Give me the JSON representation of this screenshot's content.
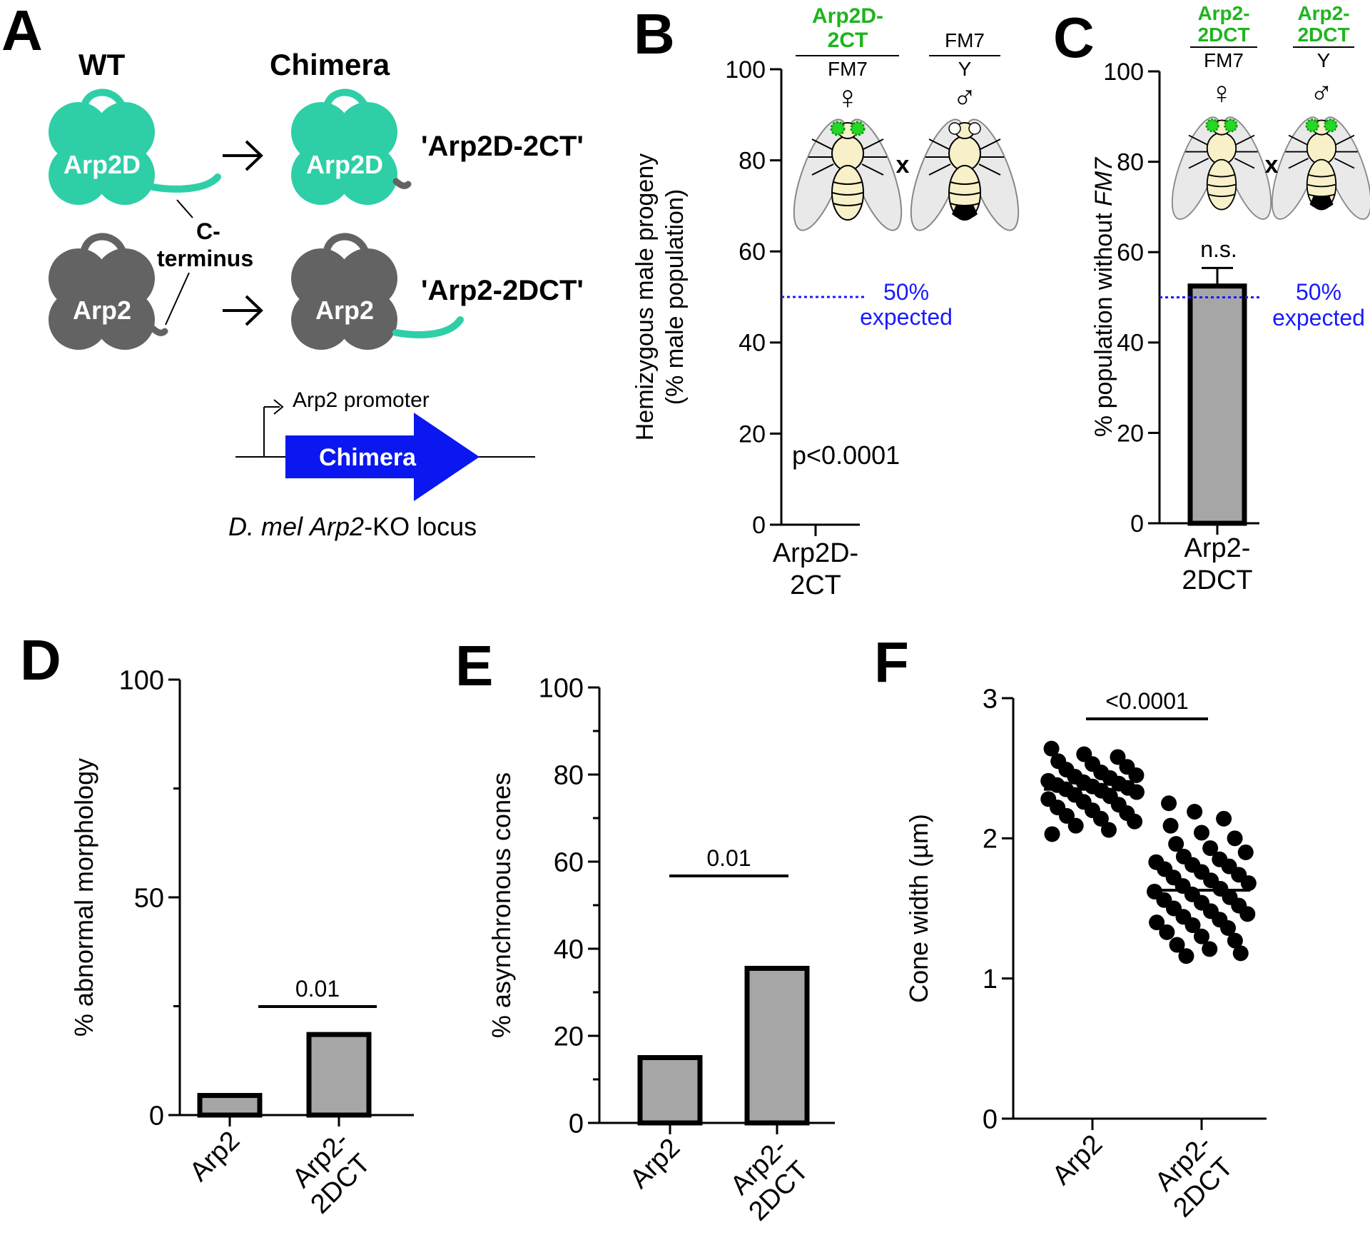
{
  "panels": {
    "A": {
      "letter": "A",
      "wt_label": "WT",
      "chimera_label": "Chimera",
      "arp2d_label": "Arp2D",
      "arp2_label": "Arp2",
      "cterm_line1": "C-",
      "cterm_line2": "terminus",
      "chimera1_name": "'Arp2D-2CT'",
      "chimera2_name": "'Arp2-2DCT'",
      "promoter_label": "Arp2 promoter",
      "construct_label": "Chimera",
      "locus_italic1": "D. mel",
      "locus_italic2": "Arp2",
      "locus_rest": "-KO locus",
      "colors": {
        "arp2d": "#2ecfa6",
        "arp2": "#636363",
        "construct": "#0a17f0"
      }
    },
    "B": {
      "letter": "B",
      "cross_left_top1": "Arp2D-",
      "cross_left_top2": "2CT",
      "cross_left_bottom": "FM7",
      "cross_right_top": "FM7",
      "cross_right_bottom": "Y",
      "female_symbol": "♀",
      "male_symbol": "♂",
      "cross_x": "x",
      "pvalue": "p<0.0001",
      "expected_line1": "50%",
      "expected_line2": "expected"
    },
    "C": {
      "letter": "C",
      "cross_left_top1": "Arp2-",
      "cross_left_top2": "2DCT",
      "cross_left_bottom": "FM7",
      "cross_right_top1": "Arp2-",
      "cross_right_top2": "2DCT",
      "cross_right_bottom": "Y",
      "female_symbol": "♀",
      "male_symbol": "♂",
      "cross_x": "x",
      "ns_label": "n.s.",
      "expected_line1": "50%",
      "expected_line2": "expected"
    },
    "D": {
      "letter": "D",
      "sig_label": "0.01"
    },
    "E": {
      "letter": "E",
      "sig_label": "0.01"
    },
    "F": {
      "letter": "F",
      "sig_label": "<0.0001"
    }
  },
  "chart_data": [
    {
      "panel": "B",
      "type": "bar",
      "ylabel_line1": "Hemizygous male progeny",
      "ylabel_line2": "(% male population)",
      "categories": [
        "Arp2D-\n2CT"
      ],
      "values": [
        0
      ],
      "yticks": [
        0,
        20,
        40,
        60,
        80,
        100
      ],
      "ylim": [
        0,
        100
      ],
      "reference_line": 50,
      "reference_color": "#1a1aff",
      "green_label_color": "#1fb41f"
    },
    {
      "panel": "C",
      "type": "bar",
      "ylabel": "% population without ",
      "ylabel_italic": "FM7",
      "categories": [
        "Arp2-\n2DCT"
      ],
      "values": [
        52.5
      ],
      "error": [
        4
      ],
      "yticks": [
        0,
        20,
        40,
        60,
        80,
        100
      ],
      "ylim": [
        0,
        100
      ],
      "reference_line": 50,
      "reference_color": "#1a1aff",
      "bar_color": "#a6a6a6"
    },
    {
      "panel": "D",
      "type": "bar",
      "ylabel": "% abnormal morphology",
      "categories": [
        "Arp2",
        "Arp2-\n2DCT"
      ],
      "values": [
        4.5,
        18.5
      ],
      "yticks": [
        0,
        50,
        100
      ],
      "ylim": [
        0,
        100
      ],
      "bar_color": "#a6a6a6"
    },
    {
      "panel": "E",
      "type": "bar",
      "ylabel": "% asynchronous cones",
      "categories": [
        "Arp2",
        "Arp2-\n2DCT"
      ],
      "values": [
        15,
        35.5
      ],
      "yticks": [
        0,
        20,
        40,
        60,
        80,
        100
      ],
      "ylim": [
        0,
        100
      ],
      "bar_color": "#a6a6a6"
    },
    {
      "panel": "F",
      "type": "scatter",
      "ylabel": "Cone width (µm)",
      "categories": [
        "Arp2",
        "Arp2-\n2DCT"
      ],
      "yticks": [
        0,
        1,
        2,
        3
      ],
      "ylim": [
        0,
        3
      ],
      "means": [
        2.35,
        1.63
      ],
      "series": [
        {
          "values": [
            2.64,
            2.6,
            2.58,
            2.55,
            2.53,
            2.51,
            2.49,
            2.47,
            2.45,
            2.44,
            2.43,
            2.41,
            2.4,
            2.39,
            2.38,
            2.37,
            2.36,
            2.35,
            2.34,
            2.33,
            2.31,
            2.3,
            2.28,
            2.26,
            2.24,
            2.22,
            2.2,
            2.18,
            2.16,
            2.14,
            2.12,
            2.09,
            2.06,
            2.03
          ]
        },
        {
          "values": [
            2.25,
            2.19,
            2.14,
            2.09,
            2.04,
            2.0,
            1.96,
            1.93,
            1.9,
            1.87,
            1.85,
            1.83,
            1.81,
            1.8,
            1.78,
            1.76,
            1.74,
            1.72,
            1.7,
            1.68,
            1.66,
            1.64,
            1.62,
            1.6,
            1.58,
            1.56,
            1.54,
            1.52,
            1.5,
            1.48,
            1.46,
            1.44,
            1.42,
            1.4,
            1.38,
            1.36,
            1.33,
            1.3,
            1.27,
            1.24,
            1.21,
            1.18,
            1.16
          ]
        }
      ]
    }
  ]
}
